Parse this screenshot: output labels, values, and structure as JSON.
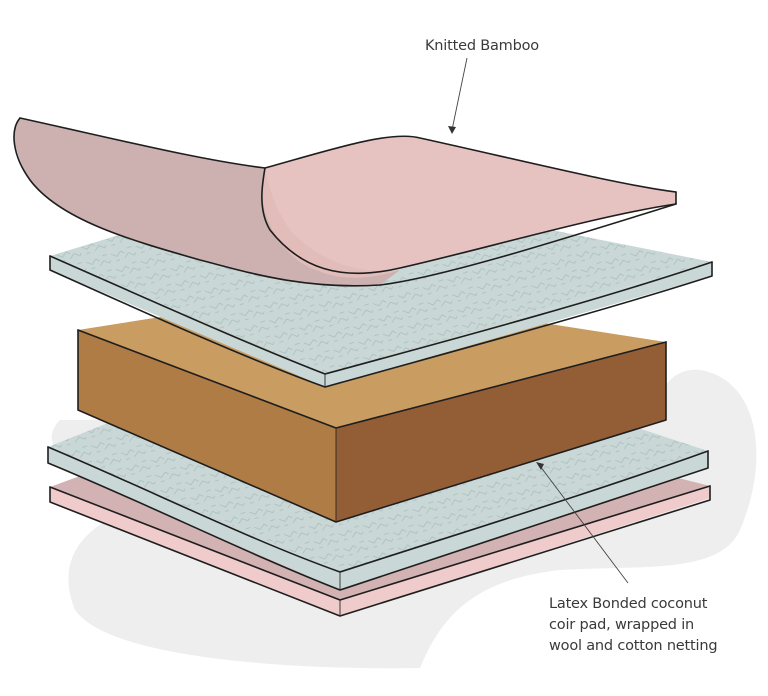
{
  "diagram": {
    "title": "Mattress layer construction",
    "annotations": {
      "top": {
        "label": "Knitted Bamboo",
        "target_layer": "knitted-bamboo-cover"
      },
      "bottom": {
        "lines": [
          "Latex Bonded coconut",
          "coir pad, wrapped in",
          "wool and cotton netting"
        ],
        "target_layer": "wool-cotton-netting-lower"
      }
    },
    "layers": [
      {
        "id": "knitted-bamboo-cover",
        "name": "Knitted Bamboo",
        "order": 1
      },
      {
        "id": "wool-cotton-netting-upper",
        "name": "Wool and cotton netting (upper)",
        "order": 2
      },
      {
        "id": "coconut-coir-pad",
        "name": "Latex bonded coconut coir pad",
        "order": 3
      },
      {
        "id": "wool-cotton-netting-lower",
        "name": "Wool and cotton netting (lower)",
        "order": 4
      },
      {
        "id": "knitted-bamboo-base",
        "name": "Knitted bamboo base",
        "order": 5
      }
    ],
    "colors": {
      "bamboo_top": "#e6c3c0",
      "bamboo_side": "#cdb0b0",
      "netting_top": "#c9d8d6",
      "netting_pattern": "#a9bcba",
      "coir_top": "#c99c62",
      "coir_left": "#b07c46",
      "coir_right": "#935e36",
      "base_top": "#d2b2b2",
      "base_side": "#efcccb",
      "shadow": "#eeeeee",
      "outline": "#1e1e1e",
      "text": "#3a3a3a"
    }
  }
}
